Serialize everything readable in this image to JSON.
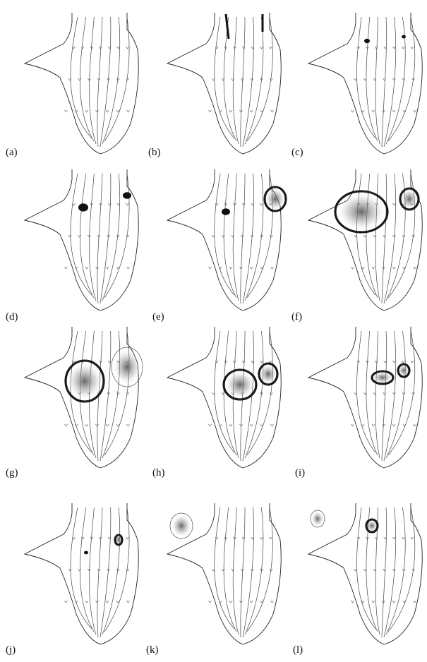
{
  "figure": {
    "panels": [
      {
        "id": "a",
        "label": "(a)"
      },
      {
        "id": "b",
        "label": "(b)"
      },
      {
        "id": "c",
        "label": "(c)"
      },
      {
        "id": "d",
        "label": "(d)"
      },
      {
        "id": "e",
        "label": "(e)"
      },
      {
        "id": "f",
        "label": "(f)"
      },
      {
        "id": "g",
        "label": "(g)"
      },
      {
        "id": "h",
        "label": "(h)"
      },
      {
        "id": "i",
        "label": "(i)"
      },
      {
        "id": "j",
        "label": "(j)"
      },
      {
        "id": "k",
        "label": "(k)"
      },
      {
        "id": "l",
        "label": "(l)"
      }
    ]
  }
}
